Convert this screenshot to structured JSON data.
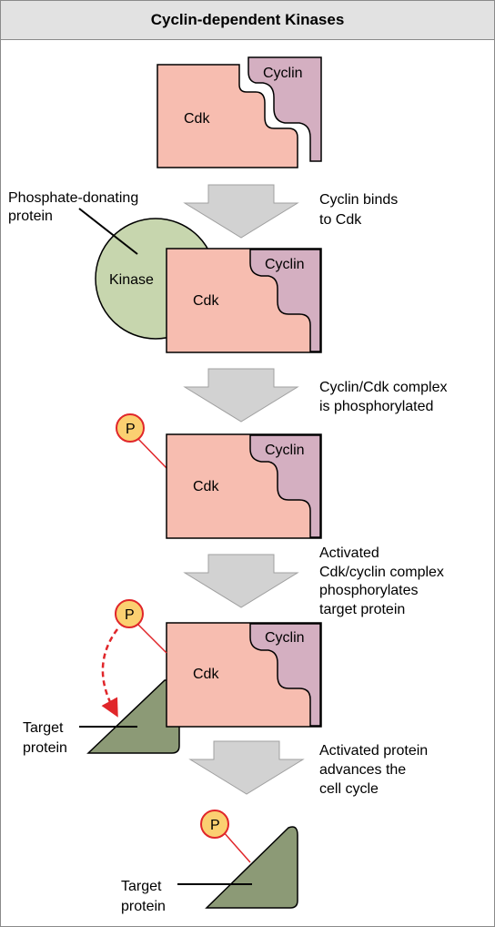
{
  "title": "Cyclin-dependent Kinases",
  "labels": {
    "cdk": "Cdk",
    "cyclin": "Cyclin",
    "kinase": "Kinase",
    "phosphate": "P",
    "phosphate_donor_line1": "Phosphate-donating",
    "phosphate_donor_line2": "protein",
    "target_line1": "Target",
    "target_line2": "protein"
  },
  "steps": [
    {
      "line1": "Cyclin binds",
      "line2": "to Cdk"
    },
    {
      "line1": "Cyclin/Cdk complex",
      "line2": "is phosphorylated"
    },
    {
      "line1": "Activated",
      "line2": "Cdk/cyclin complex",
      "line3": "phosphorylates",
      "line4": "target protein"
    },
    {
      "line1": "Activated protein",
      "line2": "advances the",
      "line3": "cell cycle"
    }
  ],
  "colors": {
    "cdk_fill": "#f7bdb0",
    "cyclin_fill": "#d4afc1",
    "kinase_fill": "#c7d6ae",
    "target_fill": "#8c9a76",
    "phosphate_fill": "#fbd071",
    "phosphate_stroke": "#e0262a",
    "arrow_fill": "#d2d2d2",
    "title_bg": "#e2e2e2"
  }
}
